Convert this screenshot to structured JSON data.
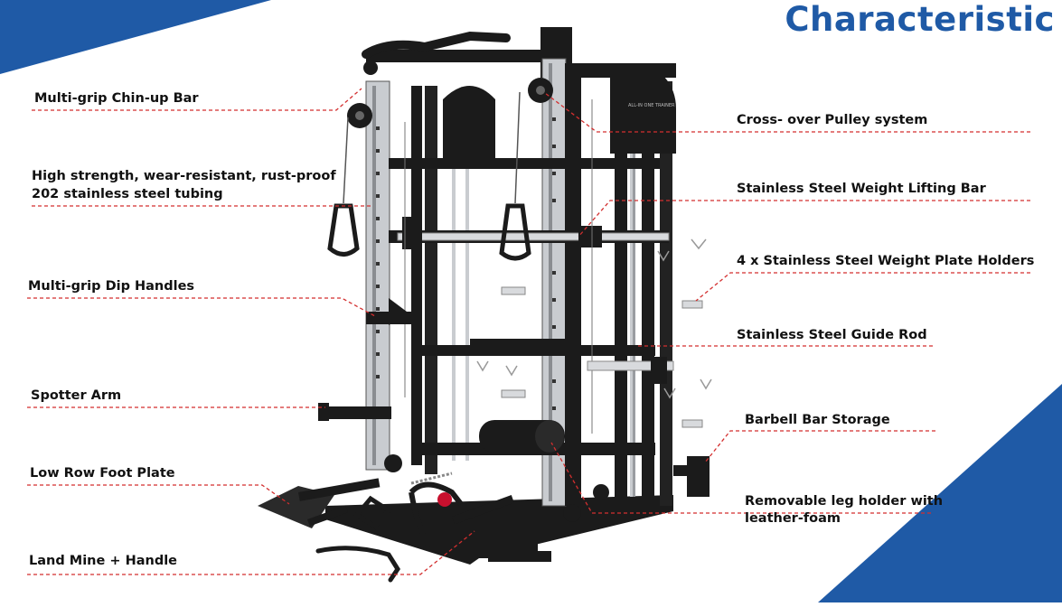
{
  "title": "Characteristic",
  "colors": {
    "accent_blue": "#1f5aa6",
    "callout_red": "#d32f2f",
    "frame_black": "#1b1b1b",
    "steel": "#c9ccd0"
  },
  "labels": {
    "chin_up_bar": "Multi-grip Chin-up Bar",
    "tubing_line1": "High strength, wear-resistant, rust-proof",
    "tubing_line2": "202 stainless steel tubing",
    "dip_handles": "Multi-grip Dip Handles",
    "spotter_arm": "Spotter Arm",
    "low_row": "Low Row Foot Plate",
    "land_mine": "Land Mine + Handle",
    "crossover": "Cross- over Pulley system",
    "lifting_bar": "Stainless Steel Weight Lifting Bar",
    "plate_holders": "4 x Stainless Steel Weight Plate Holders",
    "guide_rod": "Stainless Steel Guide Rod",
    "bar_storage": "Barbell Bar Storage",
    "leg_holder_line1": "Removable leg holder with",
    "leg_holder_line2": "leather-foam"
  },
  "frame_logo_text": "ALL-IN ONE TRAINER"
}
